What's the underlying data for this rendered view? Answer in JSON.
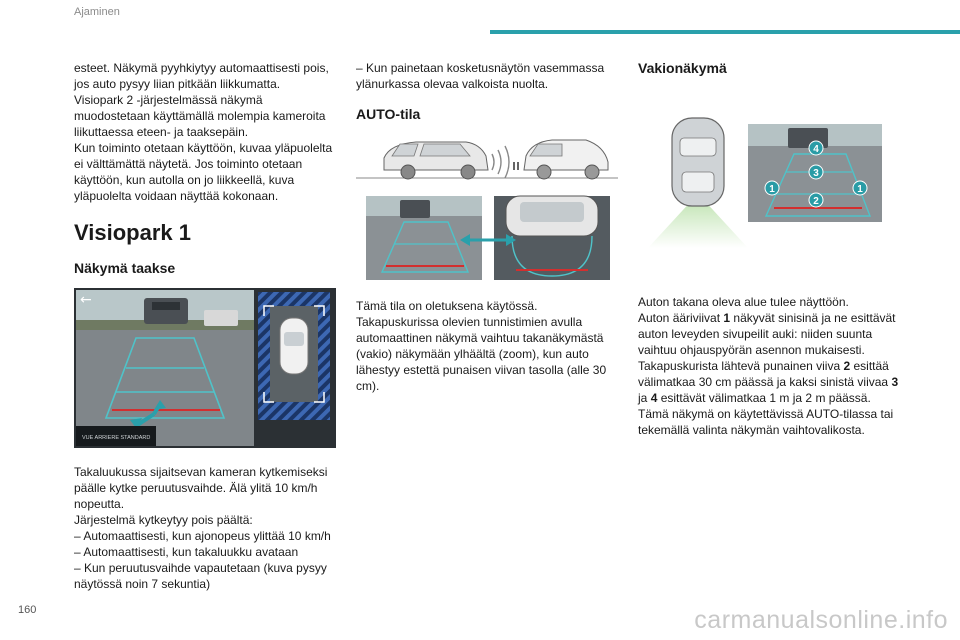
{
  "header": {
    "section": "Ajaminen"
  },
  "page_number": "160",
  "watermark": "carmanualsonline.info",
  "col1": {
    "intro": [
      "esteet. Näkymä pyyhkiytyy automaattisesti pois,",
      "jos auto pysyy liian pitkään liikkumatta.",
      "Visiopark 2 -järjestelmässä näkymä",
      "muodostetaan käyttämällä molempia kameroita",
      "liikuttaessa eteen- ja taaksepäin.",
      "Kun toiminto otetaan käyttöön, kuvaa yläpuolelta",
      "ei välttämättä näytetä. Jos toiminto otetaan",
      "käyttöön, kun autolla on jo liikkeellä, kuva",
      "yläpuolelta voidaan näyttää kokonaan."
    ],
    "heading": "Visiopark 1",
    "subheading": "Näkymä taakse",
    "screen_label": "VUE ARRIERE STANDARD",
    "body": [
      "Takaluukussa sijaitsevan kameran kytkemiseksi",
      "päälle kytke peruutusvaihde. Älä ylitä 10 km/h",
      "nopeutta.",
      "Järjestelmä kytkeytyy pois päältä:",
      "–  Automaattisesti, kun ajonopeus ylittää 10 km/h",
      "–  Automaattisesti, kun takaluukku avataan",
      "–  Kun peruutusvaihde vapautetaan (kuva pysyy",
      "näytössä noin 7 sekuntia)"
    ]
  },
  "col2": {
    "intro": [
      "–  Kun painetaan kosketusnäytön vasemmassa",
      "ylänurkassa olevaa valkoista nuolta."
    ],
    "heading": "AUTO-tila",
    "body": [
      "Tämä tila on oletuksena käytössä.",
      "Takapuskurissa olevien tunnistimien avulla",
      "automaattinen näkymä vaihtuu takanäkymästä",
      "(vakio) näkymään ylhäältä (zoom), kun auto",
      "lähestyy estettä punaisen viivan tasolla (alle 30",
      "cm)."
    ]
  },
  "col3": {
    "heading": "Vakionäkymä",
    "markers": [
      "1",
      "2",
      "3",
      "4"
    ],
    "body_lines": [
      [
        "Auton takana oleva alue tulee näyttöön."
      ],
      [
        "Auton ääriviivat ",
        "1",
        " näkyvät sinisinä ja ne esittävät"
      ],
      [
        "auton leveyden sivupeilit auki: niiden suunta"
      ],
      [
        "vaihtuu ohjauspyörän asennon mukaisesti."
      ],
      [
        "Takapuskurista lähtevä punainen viiva ",
        "2",
        " esittää"
      ],
      [
        "välimatkaa 30 cm päässä ja kaksi sinistä viivaa ",
        "3"
      ],
      [
        "ja ",
        "4",
        " esittävät välimatkaa 1 m ja 2 m päässä."
      ],
      [
        "Tämä näkymä on käytettävissä AUTO-tilassa tai"
      ],
      [
        "tekemällä valinta näkymän vaihtovalikosta."
      ]
    ]
  },
  "colors": {
    "accent": "#2aa0ab",
    "guide": "#4fc3c9",
    "danger": "#d32f2f",
    "marker": "#2a9ca6"
  }
}
